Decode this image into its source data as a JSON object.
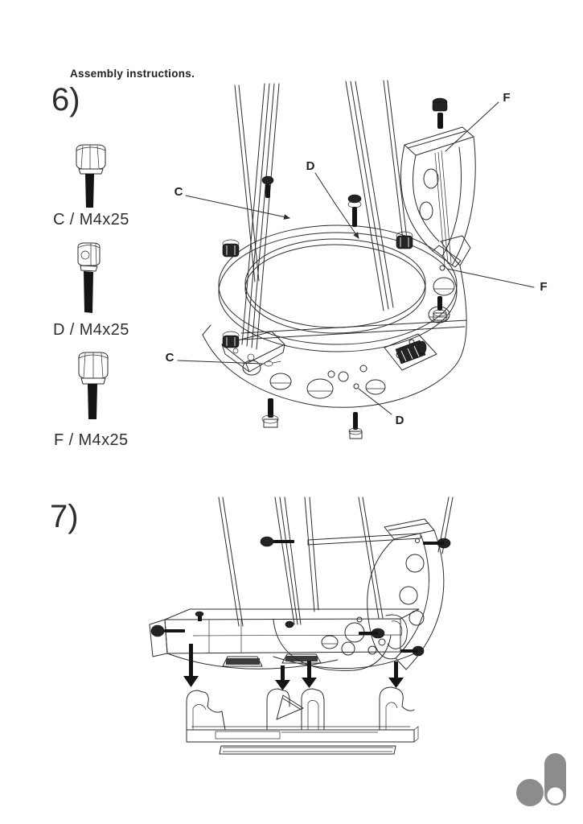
{
  "document": {
    "title": "Assembly instructions."
  },
  "step6": {
    "number": "6)",
    "parts": [
      {
        "id": "C",
        "label": "C / M4x25"
      },
      {
        "id": "D",
        "label": "D / M4x25"
      },
      {
        "id": "F",
        "label": "F / M4x25"
      }
    ],
    "callouts": {
      "c_upper": "C",
      "d_upper": "D",
      "f_top": "F",
      "f_right": "F",
      "c_lower": "C",
      "d_lower": "D"
    }
  },
  "step7": {
    "number": "7)"
  },
  "colors": {
    "ink": "#231f20",
    "line": "#2b2b2b",
    "logo_gray": "#8c8c8c"
  }
}
